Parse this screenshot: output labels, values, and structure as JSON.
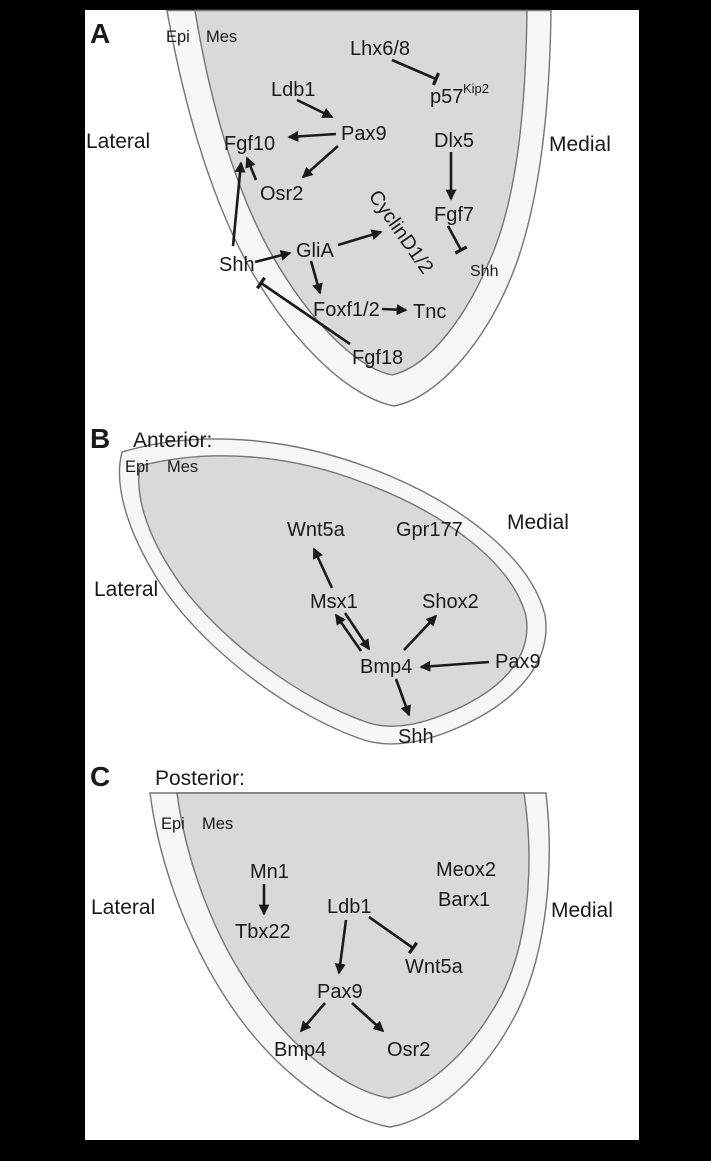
{
  "colors": {
    "background": "#000000",
    "panel": "#ffffff",
    "band": "#f6f6f6",
    "tissue": "#d9d9d9",
    "outline": "#757575",
    "arrow": "#1a1a1a"
  },
  "panels": {
    "A": {
      "letter": "A",
      "epi": "Epi",
      "mes": "Mes",
      "lateral": "Lateral",
      "medial": "Medial",
      "nodes": {
        "lhx68": "Lhx6/8",
        "p57": "p57",
        "p57sup": "Kip2",
        "ldb1": "Ldb1",
        "pax9": "Pax9",
        "fgf10": "Fgf10",
        "dlx5": "Dlx5",
        "osr2": "Osr2",
        "cyclind": "CyclinD1/2",
        "shh": "Shh",
        "glia": "GliA",
        "fgf7": "Fgf7",
        "shh_epi": "Shh",
        "foxf12": "Foxf1/2",
        "tnc": "Tnc",
        "fgf18": "Fgf18"
      },
      "edges": [
        {
          "from": "Lhx6/8",
          "to": "p57Kip2",
          "type": "inhibit"
        },
        {
          "from": "Ldb1",
          "to": "Pax9",
          "type": "activate"
        },
        {
          "from": "Pax9",
          "to": "Fgf10",
          "type": "activate"
        },
        {
          "from": "Pax9",
          "to": "Osr2",
          "type": "activate"
        },
        {
          "from": "Osr2",
          "to": "Fgf10",
          "type": "activate"
        },
        {
          "from": "Shh",
          "to": "Fgf10",
          "type": "activate"
        },
        {
          "from": "Shh",
          "to": "GliA",
          "type": "activate"
        },
        {
          "from": "GliA",
          "to": "CyclinD1/2",
          "type": "activate"
        },
        {
          "from": "GliA",
          "to": "Foxf1/2",
          "type": "activate"
        },
        {
          "from": "Foxf1/2",
          "to": "Tnc",
          "type": "activate"
        },
        {
          "from": "Fgf18",
          "to": "Shh",
          "type": "inhibit"
        },
        {
          "from": "Dlx5",
          "to": "Fgf7",
          "type": "activate"
        },
        {
          "from": "Fgf7",
          "to": "Shh",
          "type": "inhibit"
        }
      ]
    },
    "B": {
      "letter": "B",
      "title": "Anterior:",
      "epi": "Epi",
      "mes": "Mes",
      "lateral": "Lateral",
      "medial": "Medial",
      "nodes": {
        "wnt5a": "Wnt5a",
        "gpr177": "Gpr177",
        "msx1": "Msx1",
        "shox2": "Shox2",
        "bmp4": "Bmp4",
        "pax9": "Pax9",
        "shh": "Shh"
      },
      "edges": [
        {
          "from": "Msx1",
          "to": "Wnt5a",
          "type": "activate"
        },
        {
          "from": "Bmp4",
          "to": "Msx1",
          "type": "activate"
        },
        {
          "from": "Msx1",
          "to": "Bmp4",
          "type": "activate"
        },
        {
          "from": "Bmp4",
          "to": "Shox2",
          "type": "activate"
        },
        {
          "from": "Pax9",
          "to": "Bmp4",
          "type": "activate"
        },
        {
          "from": "Bmp4",
          "to": "Shh",
          "type": "activate"
        }
      ]
    },
    "C": {
      "letter": "C",
      "title": "Posterior:",
      "epi": "Epi",
      "mes": "Mes",
      "lateral": "Lateral",
      "medial": "Medial",
      "nodes": {
        "mn1": "Mn1",
        "meox2": "Meox2",
        "barx1": "Barx1",
        "ldb1": "Ldb1",
        "tbx22": "Tbx22",
        "wnt5a": "Wnt5a",
        "pax9": "Pax9",
        "bmp4": "Bmp4",
        "osr2": "Osr2"
      },
      "edges": [
        {
          "from": "Mn1",
          "to": "Tbx22",
          "type": "activate"
        },
        {
          "from": "Ldb1",
          "to": "Pax9",
          "type": "activate"
        },
        {
          "from": "Ldb1",
          "to": "Wnt5a",
          "type": "inhibit"
        },
        {
          "from": "Pax9",
          "to": "Bmp4",
          "type": "activate"
        },
        {
          "from": "Pax9",
          "to": "Osr2",
          "type": "activate"
        }
      ]
    }
  }
}
